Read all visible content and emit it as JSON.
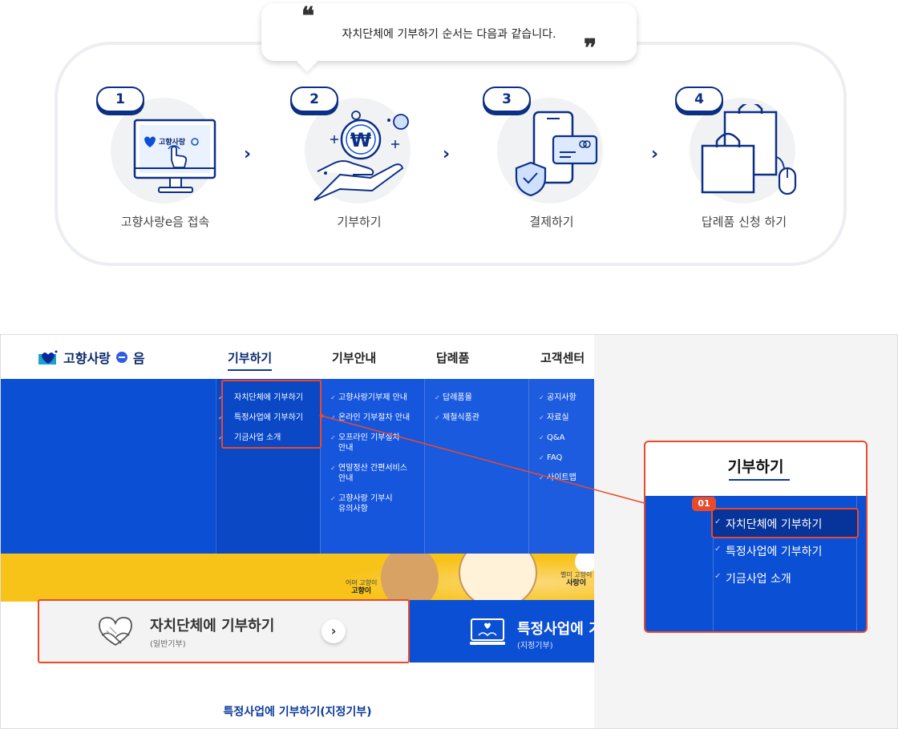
{
  "speech_bubble": {
    "text": "자치단체에 기부하기 순서는 다음과 같습니다.",
    "open_quote": "❝",
    "close_quote": "❞"
  },
  "steps": [
    {
      "number": "1",
      "label": "고향사랑e음 접속",
      "icon": "monitor-click-icon"
    },
    {
      "number": "2",
      "label": "기부하기",
      "icon": "hand-won-coin-icon"
    },
    {
      "number": "3",
      "label": "결제하기",
      "icon": "phone-card-shield-icon"
    },
    {
      "number": "4",
      "label": "답례품 신청 하기",
      "icon": "shopping-bags-mouse-icon"
    }
  ],
  "step_chevron": "›",
  "monitor_screen_text": "고향사랑",
  "site": {
    "logo_text": "고향사랑",
    "logo_suffix": "음",
    "nav": [
      "기부하기",
      "기부안내",
      "답례품",
      "고객센터"
    ],
    "active_nav": "기부하기",
    "dropdown": [
      {
        "items": [
          "자치단체에 기부하기",
          "특정사업에 기부하기",
          "기금사업 소개"
        ]
      },
      {
        "items": [
          "고향사랑기부제 안내",
          "온라인 기부절차 안내",
          "오프라인 기부절차 안내",
          "연말정산 간편서비스 안내",
          "고향사랑 기부시 유의사항"
        ]
      },
      {
        "items": [
          "답례품몰",
          "제철식품관"
        ]
      },
      {
        "items": [
          "공지사항",
          "자료실",
          "Q&A",
          "FAQ",
          "사이트맵"
        ]
      }
    ],
    "characters": [
      {
        "small": "어머 고향이",
        "name": "고향이"
      },
      {
        "small": "별미 고향이",
        "name": "사랑이"
      }
    ],
    "card_left": {
      "title": "자치단체에 기부하기",
      "sub": "(일반기부)",
      "arrow": "›"
    },
    "card_right": {
      "title": "특정사업에 기",
      "sub": "(지정기부)"
    },
    "bottom_link": "특정사업에 기부하기(지정기부)"
  },
  "zoom": {
    "title": "기부하기",
    "badge": "01",
    "items": [
      "자치단체에 기부하기",
      "특정사업에 기부하기",
      "기금사업 소개"
    ],
    "highlight_color": "#ea4a2a"
  },
  "colors": {
    "brand_navy": "#0b2f85",
    "menu_blue": "#0b4fd4",
    "banner_yellow": "#f8c318",
    "highlight": "#ea4a2a"
  }
}
